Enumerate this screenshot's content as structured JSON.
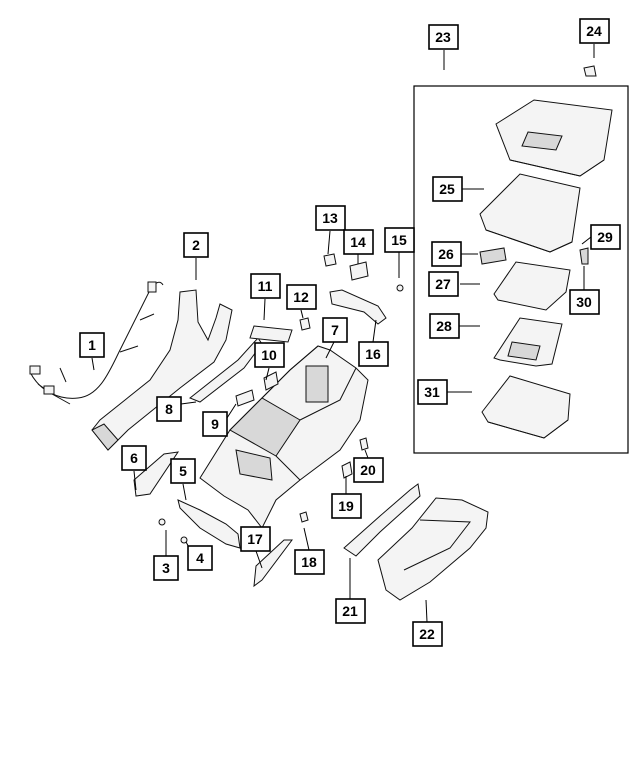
{
  "callouts": [
    {
      "id": "c1",
      "label": "1"
    },
    {
      "id": "c2",
      "label": "2"
    },
    {
      "id": "c3",
      "label": "3"
    },
    {
      "id": "c4",
      "label": "4"
    },
    {
      "id": "c5",
      "label": "5"
    },
    {
      "id": "c6",
      "label": "6"
    },
    {
      "id": "c7",
      "label": "7"
    },
    {
      "id": "c8",
      "label": "8"
    },
    {
      "id": "c9",
      "label": "9"
    },
    {
      "id": "c10",
      "label": "10"
    },
    {
      "id": "c11",
      "label": "11"
    },
    {
      "id": "c12",
      "label": "12"
    },
    {
      "id": "c13",
      "label": "13"
    },
    {
      "id": "c14",
      "label": "14"
    },
    {
      "id": "c15",
      "label": "15"
    },
    {
      "id": "c16",
      "label": "16"
    },
    {
      "id": "c17",
      "label": "17"
    },
    {
      "id": "c18",
      "label": "18"
    },
    {
      "id": "c19",
      "label": "19"
    },
    {
      "id": "c20",
      "label": "20"
    },
    {
      "id": "c21",
      "label": "21"
    },
    {
      "id": "c22",
      "label": "22"
    },
    {
      "id": "c23",
      "label": "23"
    },
    {
      "id": "c24",
      "label": "24"
    },
    {
      "id": "c25",
      "label": "25"
    },
    {
      "id": "c26",
      "label": "26"
    },
    {
      "id": "c27",
      "label": "27"
    },
    {
      "id": "c28",
      "label": "28"
    },
    {
      "id": "c29",
      "label": "29"
    },
    {
      "id": "c30",
      "label": "30"
    },
    {
      "id": "c31",
      "label": "31"
    }
  ]
}
